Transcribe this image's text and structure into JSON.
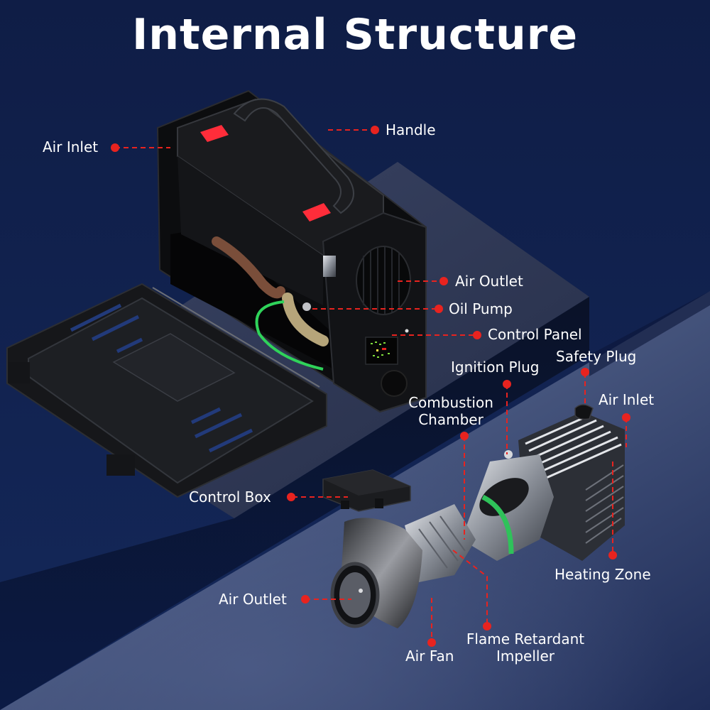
{
  "title": "Internal Structure",
  "colors": {
    "background": "#11204a",
    "accent": "#e8231f",
    "text": "#ffffff",
    "pedestal_top": "#333c58",
    "floor": "#3b4a72"
  },
  "labels": {
    "air_inlet_top": "Air Inlet",
    "handle": "Handle",
    "air_outlet_top": "Air Outlet",
    "oil_pump": "Oil Pump",
    "control_panel": "Control Panel",
    "safety_plug": "Safety Plug",
    "ignition_plug": "Ignition Plug",
    "air_inlet_right": "Air Inlet",
    "combustion_chamber_1": "Combustion",
    "combustion_chamber_2": "Chamber",
    "control_box": "Control Box",
    "heating_zone": "Heating Zone",
    "air_outlet_bottom": "Air Outlet",
    "flame_retardant_1": "Flame Retardant",
    "flame_retardant_2": "Impeller",
    "air_fan": "Air Fan"
  }
}
